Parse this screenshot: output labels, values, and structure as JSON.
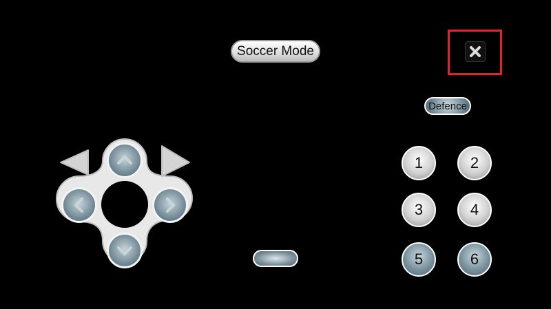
{
  "title": "Soccer Mode",
  "mode_button": "Defence",
  "number_buttons": [
    "1",
    "2",
    "3",
    "4",
    "5",
    "6"
  ],
  "close_icon": "close-icon",
  "highlight_color": "#e8202a"
}
